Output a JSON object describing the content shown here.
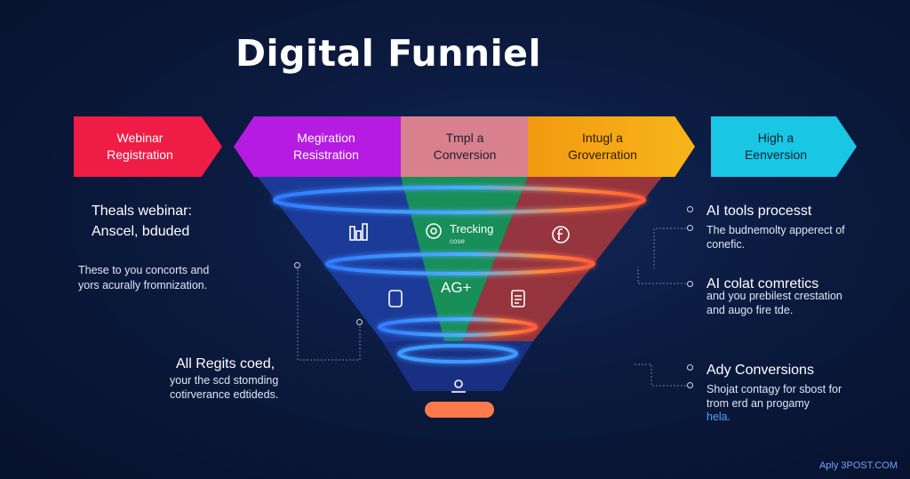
{
  "title": "Digital Funniel",
  "stages": [
    {
      "line1": "Webinar",
      "line2": "Registration",
      "color": "#ef1d45"
    },
    {
      "line1": "Megiration",
      "line2": "Resistration",
      "color": "#b51be0"
    },
    {
      "line1": "Tmpl a",
      "line2": "Conversion",
      "color": "#d9808e"
    },
    {
      "line1": "Intugl a",
      "line2": "Groverration",
      "color": "#f39a12"
    },
    {
      "line1": "High a",
      "line2": "Eenversion",
      "color": "#19c6e3"
    }
  ],
  "funnel_labels": {
    "tracking": "Trecking",
    "tracking_sub": "cose",
    "ag": "AG+"
  },
  "icons": [
    "chart-icon",
    "tracking-icon",
    "facebook-icon",
    "phone-icon",
    "document-icon",
    "location-icon"
  ],
  "left_notes": {
    "head1": "Theals webinar:",
    "head2": "Anscel, bduded",
    "body1": "These to you concorts and",
    "body2": "yors acurally fromnization.",
    "foot_head": "All Regits coed,",
    "foot1": "your the scd stomding",
    "foot2": "cotirverance edtideds."
  },
  "right_notes": {
    "n1_head": "AI tools processt",
    "n1_body1": "The budnemolty apperect of",
    "n1_body2": "conefic.",
    "n2_head": "AI colat comretics",
    "n2_body1": "and you prebilest crestation",
    "n2_body2": "and augo fire tde.",
    "n3_head": "Ady Conversions",
    "n3_body1": "Shojat contagy for sbost for",
    "n3_body2": "trom erd an progamy",
    "n3_body3": "hela."
  },
  "watermark": "Aply 3POST.COM"
}
